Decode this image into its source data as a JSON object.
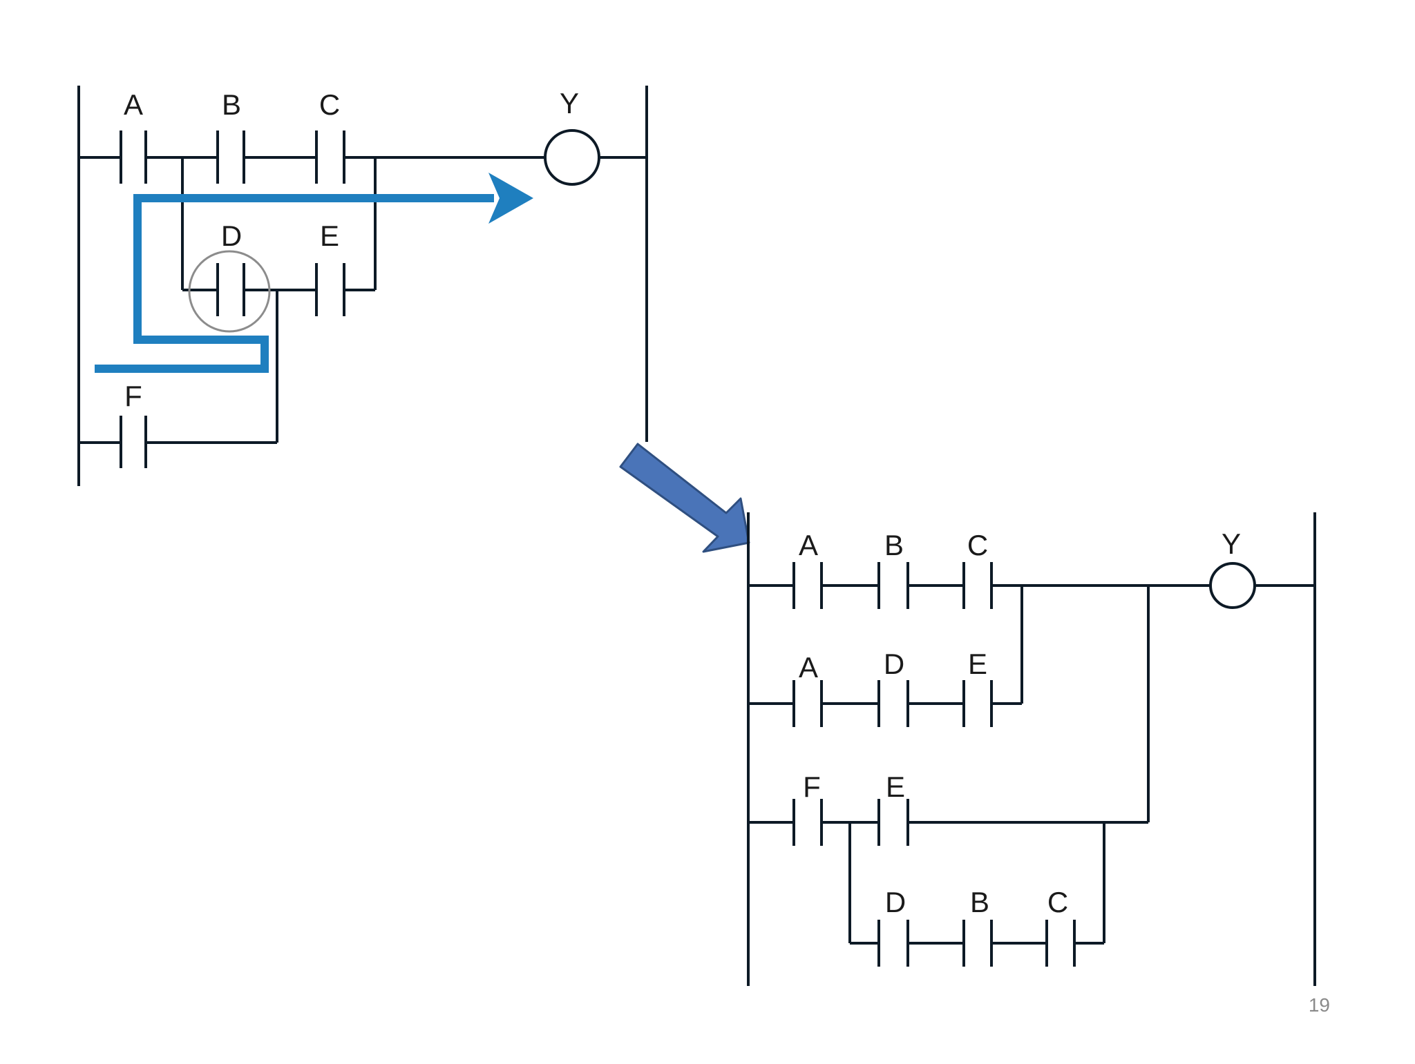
{
  "slide": {
    "page_number": "19"
  },
  "colors": {
    "wire": "#0d1a26",
    "label": "#1a1a1a",
    "path_highlight": "#1f7fbf",
    "transform_arrow": "#4a74b8",
    "highlight_circle": "#8c8c8c",
    "page_number": "#8a8a8a"
  },
  "original_ladder": {
    "contacts": [
      "A",
      "B",
      "C",
      "D",
      "E",
      "F"
    ],
    "coil": "Y",
    "highlighted_contact": "D"
  },
  "converted_ladder": {
    "rung1": [
      "A",
      "B",
      "C"
    ],
    "rung2": [
      "A",
      "D",
      "E"
    ],
    "rung3": [
      "F",
      "E"
    ],
    "rung3_branch": [
      "D",
      "B",
      "C"
    ],
    "coil": "Y"
  },
  "icons": {
    "path_arrow": "blue-path-arrow-icon",
    "transform_arrow": "diagonal-block-arrow-icon"
  }
}
